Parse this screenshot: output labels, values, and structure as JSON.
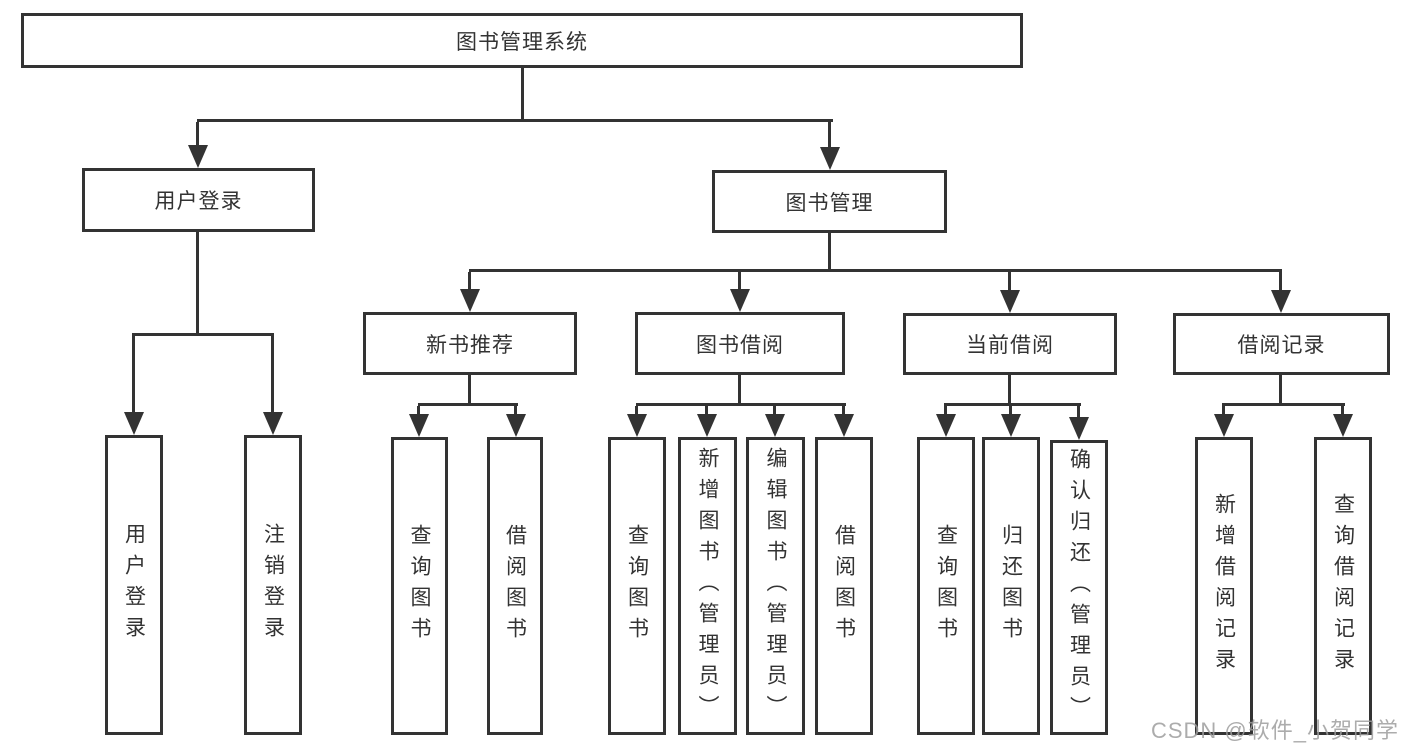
{
  "root": {
    "label": "图书管理系统"
  },
  "level2": [
    {
      "id": "user-login",
      "label": "用户登录"
    },
    {
      "id": "book-management",
      "label": "图书管理"
    }
  ],
  "level3": [
    {
      "id": "new-book-recommend",
      "label": "新书推荐"
    },
    {
      "id": "book-borrow",
      "label": "图书借阅"
    },
    {
      "id": "current-borrow",
      "label": "当前借阅"
    },
    {
      "id": "borrow-records",
      "label": "借阅记录"
    }
  ],
  "leaves": {
    "user_login": [
      "用户登录",
      "注销登录"
    ],
    "new_book_recommend": [
      "查询图书",
      "借阅图书"
    ],
    "book_borrow": [
      "查询图书",
      "新增图书（管理员）",
      "编辑图书（管理员）",
      "借阅图书"
    ],
    "current_borrow": [
      "查询图书",
      "归还图书",
      "确认归还（管理员）"
    ],
    "borrow_records": [
      "新增借阅记录",
      "查询借阅记录"
    ]
  },
  "watermark": {
    "text": "CSDN @软件_小贺同学"
  },
  "colors": {
    "line": "#333333",
    "text": "#333333",
    "watermark": "#9e9e9e",
    "background": "#ffffff"
  }
}
